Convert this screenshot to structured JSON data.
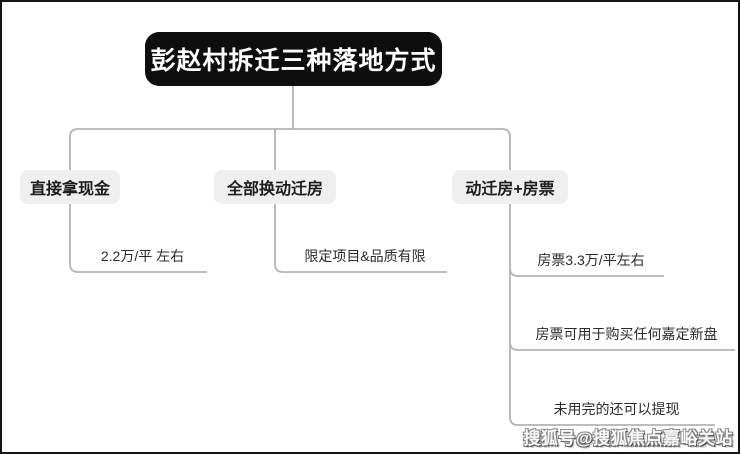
{
  "diagram": {
    "title": "彭赵村拆迁三种落地方式",
    "branches": [
      {
        "label": "直接拿现金",
        "children": [
          "2.2万/平 左右"
        ]
      },
      {
        "label": "全部换动迁房",
        "children": [
          "限定项目&品质有限"
        ]
      },
      {
        "label": "动迁房+房票",
        "children": [
          "房票3.3万/平左右",
          "房票可用于购买任何嘉定新盘",
          "未用完的还可以提现"
        ]
      }
    ]
  },
  "watermark": "搜狐号@搜狐焦点嘉峪关站",
  "colors": {
    "root_bg": "#0e0e0e",
    "root_text": "#ffffff",
    "branch_bg": "#efefef",
    "connector_line": "#b5b3b3",
    "background": "#ffffff",
    "border": "#141414"
  }
}
